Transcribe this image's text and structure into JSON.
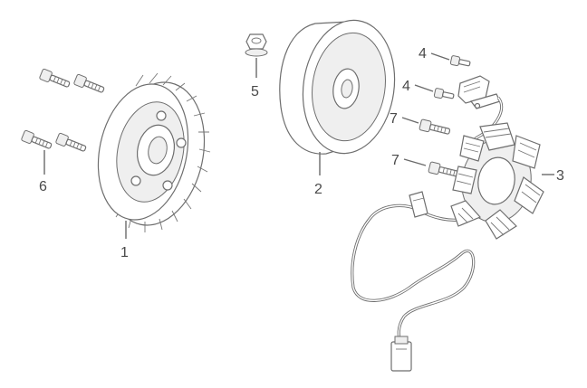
{
  "diagram": {
    "callouts": {
      "fan": "1",
      "rotor": "2",
      "stator": "3",
      "bolt_upper": "4",
      "bolt_lower": "4",
      "nut": "5",
      "fan_bolts": "6",
      "stator_bolt_upper": "7",
      "stator_bolt_lower": "7"
    }
  },
  "colors": {
    "line": "#6e6e6e",
    "label": "#4a4a4a",
    "background": "#ffffff"
  }
}
